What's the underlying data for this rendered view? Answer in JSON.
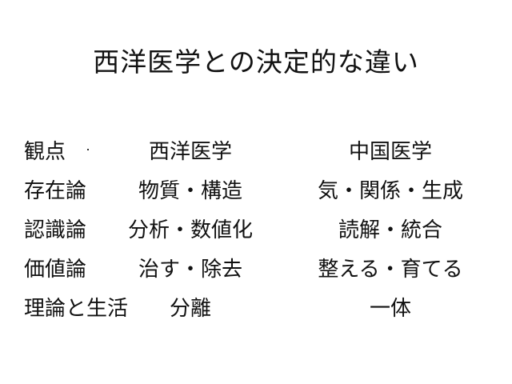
{
  "slide": {
    "title": "西洋医学との決定的な違い",
    "header_row": {
      "label": "観点",
      "west": "西洋医学",
      "east": "中国医学"
    },
    "rows": [
      {
        "label": "存在論",
        "west": "物質・構造",
        "east": "気・関係・生成"
      },
      {
        "label": "認識論",
        "west": "分析・数値化",
        "east": "読解・統合"
      },
      {
        "label": "価値論",
        "west": "治す・除去",
        "east": "整える・育てる"
      },
      {
        "label": "理論と生活",
        "west": "分離",
        "east": "一体"
      }
    ],
    "colors": {
      "background": "#ffffff",
      "text": "#111111"
    }
  }
}
